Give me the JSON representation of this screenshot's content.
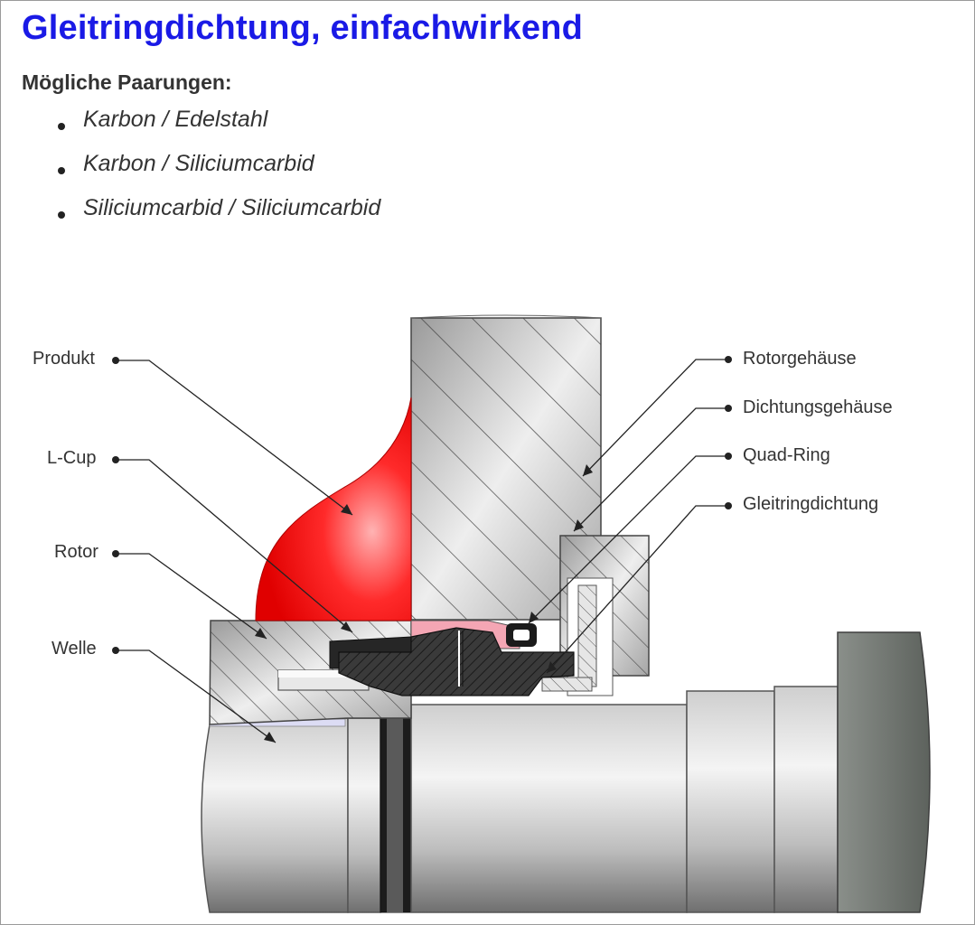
{
  "title": "Gleitringdichtung, einfachwirkend",
  "subtitle": "Mögliche Paarungen:",
  "pairings": [
    "Karbon / Edelstahl",
    "Karbon / Siliciumcarbid",
    "Siliciumcarbid / Siliciumcarbid"
  ],
  "labels": {
    "produkt": "Produkt",
    "lcup": "L-Cup",
    "rotor": "Rotor",
    "welle": "Welle",
    "rotorgehaeuse": "Rotorgehäuse",
    "dichtungsgehaeuse": "Dichtungsgehäuse",
    "quadring": "Quad-Ring",
    "gleitringdichtung": "Gleitringdichtung"
  },
  "colors": {
    "title": "#1a1ae6",
    "product": "#ee1111",
    "seal_face_pink": "#f4a6b4",
    "carbon_dark": "#3a3a3a",
    "metal_light": "#d8d8d8"
  }
}
